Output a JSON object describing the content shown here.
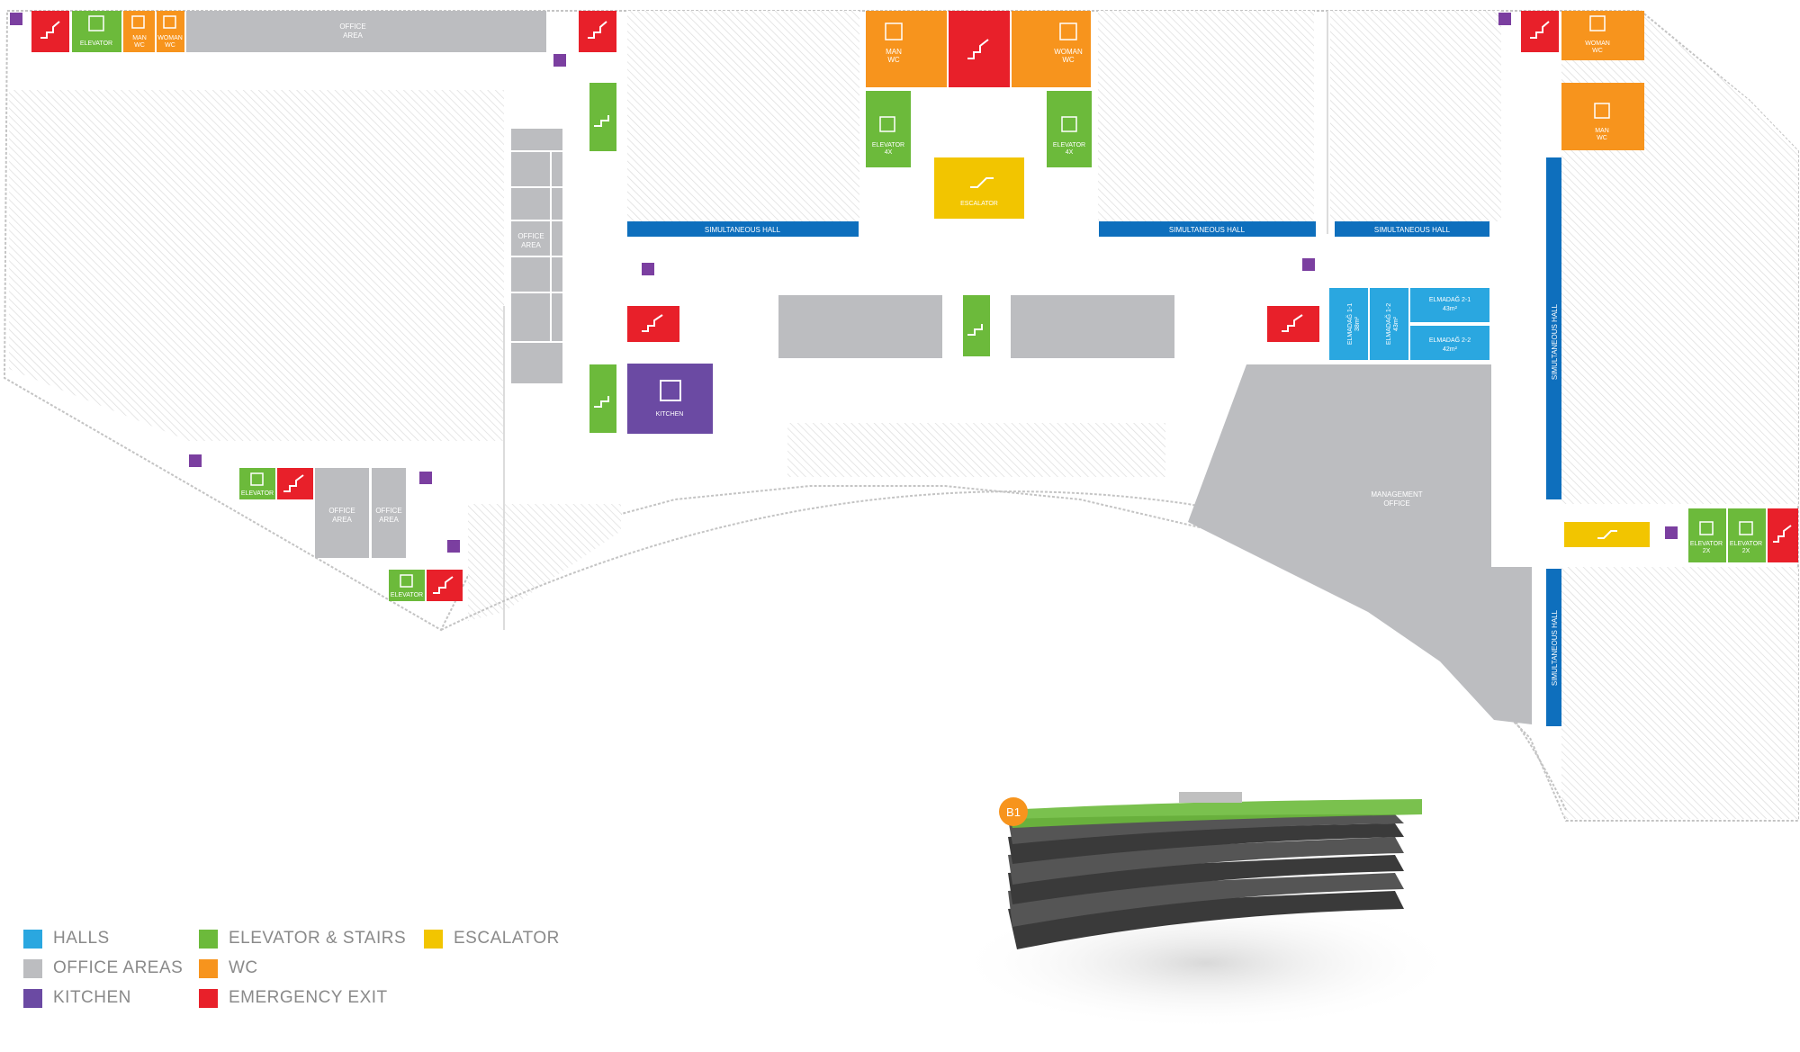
{
  "colors": {
    "halls": "#2aa7e0",
    "hall_blue": "#0e6fbd",
    "office": "#bcbdc0",
    "kitchen": "#6b4aa3",
    "elevator": "#6cba3b",
    "wc": "#f7941d",
    "exit": "#e8202a",
    "escalator": "#f2c500",
    "info": "#7b3fa0",
    "outline": "#c8c8c8"
  },
  "legend": [
    {
      "key": "halls",
      "label": "HALLS"
    },
    {
      "key": "office",
      "label": "OFFICE AREAS"
    },
    {
      "key": "kitchen",
      "label": "KITCHEN"
    },
    {
      "key": "elevator",
      "label": "ELEVATOR & STAIRS"
    },
    {
      "key": "wc",
      "label": "WC"
    },
    {
      "key": "exit",
      "label": "EMERGENCY EXIT"
    },
    {
      "key": "escalator",
      "label": "ESCALATOR"
    }
  ],
  "labels": {
    "elevator": "ELEVATOR",
    "elevator_4x": "ELEVATOR",
    "multiplier_4x": "4X",
    "multiplier_2x": "2X",
    "man": "MAN",
    "woman": "WOMAN",
    "wc": "WC",
    "office_area_1": "OFFICE",
    "office_area_2": "AREA",
    "escalator": "ESCALATOR",
    "kitchen": "KITCHEN",
    "simultaneous_hall": "SIMULTANEOUS HALL",
    "management_1": "MANAGEMENT",
    "management_2": "OFFICE",
    "elmadag_1_1": "ELMADAĞ 1-1",
    "elmadag_1_1_size": "38m²",
    "elmadag_1_2": "ELMADAĞ 1-2",
    "elmadag_1_2_size": "43m²",
    "elmadag_2_1": "ELMADAĞ 2-1",
    "elmadag_2_1_size": "43m²",
    "elmadag_2_2": "ELMADAĞ 2-2",
    "elmadag_2_2_size": "42m²",
    "floor_badge": "B1"
  }
}
